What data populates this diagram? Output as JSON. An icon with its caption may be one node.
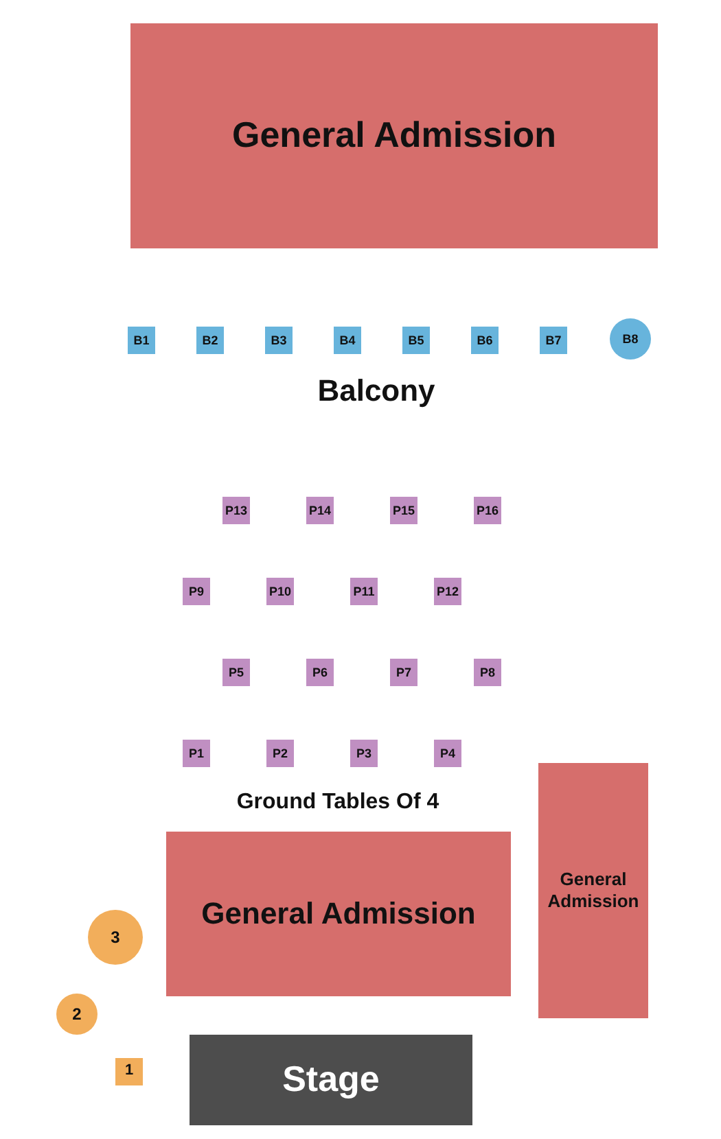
{
  "diagram": {
    "nodes": [
      {
        "text": [
          "General Admission"
        ]
      },
      {
        "text": [
          "B1"
        ]
      },
      {
        "text": [
          "B2"
        ]
      },
      {
        "text": [
          "B3"
        ]
      },
      {
        "text": [
          "B4"
        ]
      },
      {
        "text": [
          "B5"
        ]
      },
      {
        "text": [
          "B6"
        ]
      },
      {
        "text": [
          "B7"
        ]
      },
      {
        "text": [
          "B8"
        ]
      },
      {
        "text": [
          "P13"
        ]
      },
      {
        "text": [
          "P14"
        ]
      },
      {
        "text": [
          "P15"
        ]
      },
      {
        "text": [
          "P16"
        ]
      },
      {
        "text": [
          "P9"
        ]
      },
      {
        "text": [
          "P10"
        ]
      },
      {
        "text": [
          "P11"
        ]
      },
      {
        "text": [
          "P12"
        ]
      },
      {
        "text": [
          "P5"
        ]
      },
      {
        "text": [
          "P6"
        ]
      },
      {
        "text": [
          "P7"
        ]
      },
      {
        "text": [
          "P8"
        ]
      },
      {
        "text": [
          "P1"
        ]
      },
      {
        "text": [
          "P2"
        ]
      },
      {
        "text": [
          "P3"
        ]
      },
      {
        "text": [
          "P4"
        ]
      },
      {
        "text": [
          "General Admission"
        ]
      },
      {
        "text": [
          "General Admission"
        ]
      },
      {
        "text": [
          "3"
        ]
      },
      {
        "text": [
          "2"
        ]
      },
      {
        "text": [
          "1"
        ]
      },
      {
        "text": [
          "Stage"
        ]
      }
    ],
    "edges": [],
    "labels": [
      "Balcony",
      "Ground Tables Of 4"
    ]
  }
}
